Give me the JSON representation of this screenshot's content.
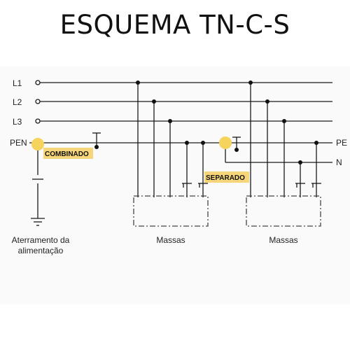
{
  "title": "ESQUEMA TN-C-S",
  "conductors_left": [
    "L1",
    "L2",
    "L3",
    "PEN"
  ],
  "conductors_right": [
    "PE",
    "N"
  ],
  "tags": {
    "combined": "COMBINADO",
    "separated": "SEPARADO"
  },
  "ground_label": [
    "Aterramento da",
    "alimentação"
  ],
  "mass_labels": [
    "Massas",
    "Massas"
  ],
  "colors": {
    "line": "#1a1a1a",
    "node": "#111111",
    "highlight_circle": "#f5d35c",
    "tag_background": "#f7d57a",
    "mass_box": "#444444"
  }
}
